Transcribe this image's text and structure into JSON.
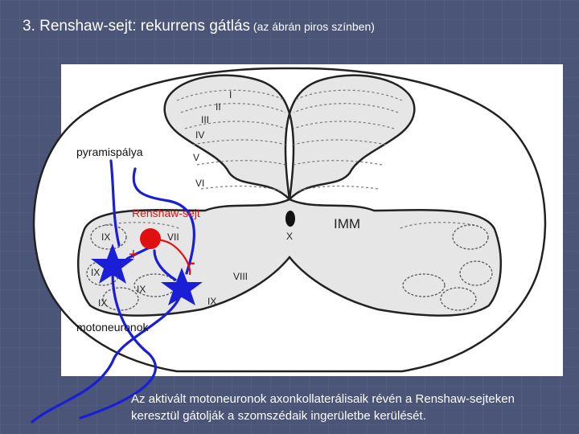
{
  "title": {
    "main": "3. Renshaw-sejt:",
    "rest": " rekurrens gátlás",
    "note": " (az ábrán piros színben)"
  },
  "labels": {
    "laminae": [
      "I",
      "II",
      "III",
      "IV",
      "V",
      "VI",
      "VII",
      "VIII",
      "IX",
      "IX",
      "IX",
      "IX",
      "IX",
      "X"
    ],
    "imm": "IMM",
    "pyramispalya": "pyramispálya",
    "renshaw": "Renshaw-sejt",
    "motoneuronok": "motoneuronok",
    "plus": "+",
    "minus": "-"
  },
  "caption": "Az aktivált motoneuronok axonkollaterálisaik révén a Renshaw-sejteken keresztül gátolják a szomszédaik ingerületbe kerülését.",
  "colors": {
    "background": "#4a5578",
    "blue": "#1a1fd6",
    "red": "#e01010",
    "outline": "#222222",
    "gray_matter": "#e6e6e6"
  }
}
